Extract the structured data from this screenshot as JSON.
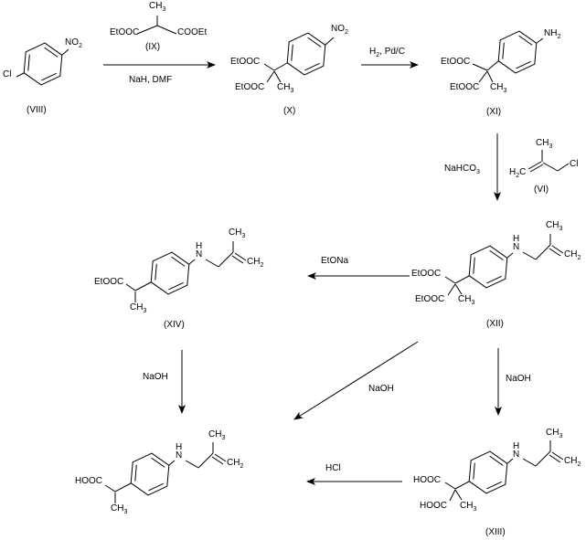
{
  "fragments": {
    "cl": "Cl",
    "h": "H",
    "n": "N",
    "c": "C",
    "no": "NO",
    "nh": "NH",
    "ch": "CH",
    "sub2": "2",
    "sub3": "3",
    "etooc": "EtOOC",
    "cooet": "COOEt",
    "hooc": "HOOC"
  },
  "compound_labels": {
    "viii": "(VIII)",
    "ix": "(IX)",
    "x": "(X)",
    "xi": "(XI)",
    "vi": "(VI)",
    "xii": "(XII)",
    "xiii": "(XIII)",
    "xiv": "(XIV)"
  },
  "reagents": {
    "step1": "NaH, DMF",
    "step2_base": "H",
    "step2_sub": "2",
    "step2_rest": ", Pd/C",
    "step3_base": "NaHCO",
    "step3_sub": "3",
    "step4": "EtONa",
    "step5": "NaOH",
    "step6": "NaOH",
    "step7": "NaOH",
    "step8": "HCl"
  }
}
